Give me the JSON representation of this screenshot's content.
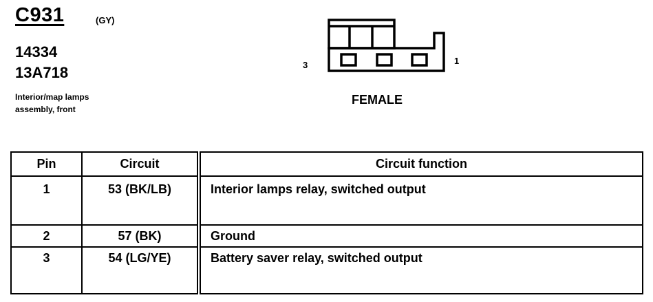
{
  "header": {
    "connector_id": "C931",
    "color_code": "(GY)",
    "part_numbers": [
      "14334",
      "13A718"
    ],
    "description": [
      "Interior/map lamps",
      "assembly, front"
    ]
  },
  "connector": {
    "left_pin_label": "3",
    "right_pin_label": "1",
    "gender": "FEMALE",
    "cavity_count": 3
  },
  "table": {
    "headers": [
      "Pin",
      "Circuit",
      "Circuit function"
    ],
    "rows": [
      {
        "pin": "1",
        "circuit": "53 (BK/LB)",
        "function": "Interior lamps relay, switched output"
      },
      {
        "pin": "2",
        "circuit": "57 (BK)",
        "function": "Ground"
      },
      {
        "pin": "3",
        "circuit": "54 (LG/YE)",
        "function": "Battery saver relay, switched output"
      }
    ]
  }
}
